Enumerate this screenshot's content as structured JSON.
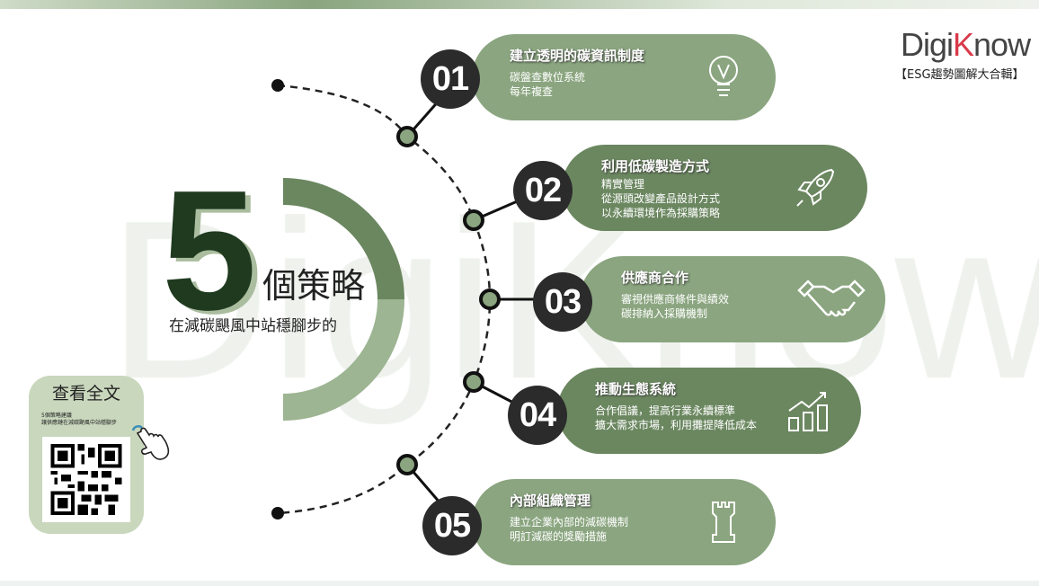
{
  "header": {
    "logo": "DigiKnow",
    "logo_parts": [
      "Digi",
      "K",
      "now"
    ],
    "tagline": "【ESG趨勢圖解大合輯】"
  },
  "watermark": "DigiKnow",
  "title": {
    "number": "5",
    "label": "個策略",
    "subtitle": "在減碳颶風中站穩腳步的"
  },
  "qr_card": {
    "title": "查看全文",
    "line1": "5個策略建議",
    "line2": "讓供應鏈在減碳颶風中站穩腳步"
  },
  "strategies": [
    {
      "num": "01",
      "title": "建立透明的碳資訊制度",
      "lines": [
        "碳盤查數位系統",
        "每年複查"
      ],
      "icon": "lightbulb-icon"
    },
    {
      "num": "02",
      "title": "利用低碳製造方式",
      "lines": [
        "精實管理",
        "從源頭改變產品設計方式",
        "以永續環境作為採購策略"
      ],
      "icon": "rocket-icon"
    },
    {
      "num": "03",
      "title": "供應商合作",
      "lines": [
        "審視供應商條件與績效",
        "碳排納入採購機制"
      ],
      "icon": "handshake-icon"
    },
    {
      "num": "04",
      "title": "推動生態系統",
      "lines": [
        "合作倡議，提高行業永續標準",
        "擴大需求市場，利用攤提降低成本"
      ],
      "icon": "bar-chart-icon"
    },
    {
      "num": "05",
      "title": "內部組織管理",
      "lines": [
        "建立企業內部的減碳機制",
        "明訂減碳的獎勵措施"
      ],
      "icon": "tower-icon"
    }
  ],
  "colors": {
    "light": "#8aa57f",
    "dark": "#6b8760",
    "ink": "#2b2b2b"
  }
}
